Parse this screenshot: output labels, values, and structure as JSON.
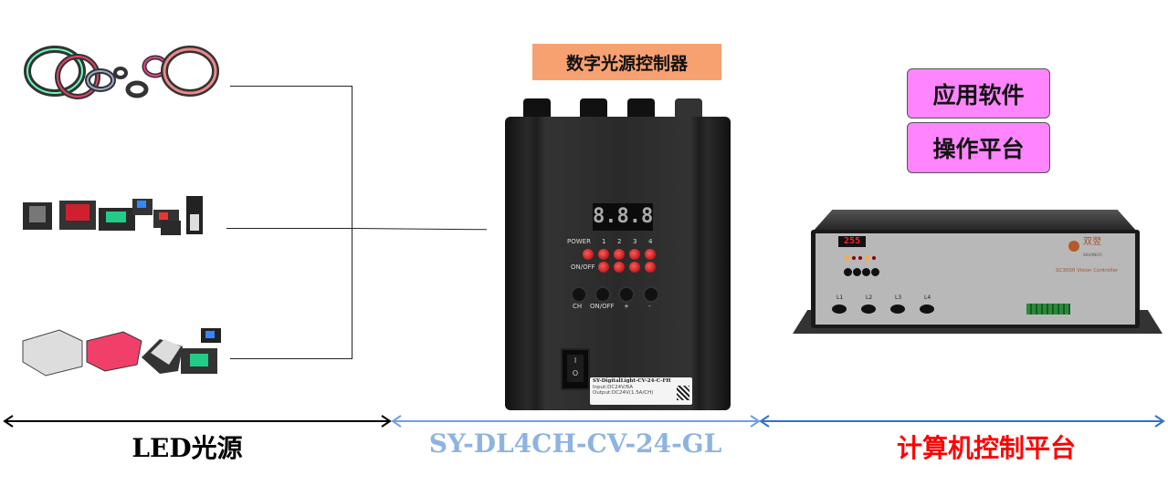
{
  "controller_label": "数字光源控制器",
  "software_boxes": [
    "应用软件",
    "操作平台"
  ],
  "controller_panel": {
    "display": "8.8.8",
    "power_label": "POWER",
    "channel_labels": [
      "1",
      "2",
      "3",
      "4"
    ],
    "onoff_label": "ON/OFF",
    "button_labels": [
      "CH",
      "ON/OFF",
      "+",
      "-"
    ],
    "switch_labels": [
      "I",
      "O"
    ],
    "sticker": {
      "model": "SY-DigitalLight-CV-24-C-FH",
      "input": "Input:DC24V/6A",
      "output": "Output:DC24V(1.5A/CH)"
    }
  },
  "vision_controller": {
    "display": "255",
    "brand": "双翌",
    "brand_sub": "SHUANGYI",
    "model": "SC3000 Vision Controller",
    "ports": [
      "L1",
      "L2",
      "L3",
      "L4"
    ]
  },
  "bottom_labels": {
    "led": "LED光源",
    "model": "SY-DL4CH-CV-24-GL",
    "computer": "计算机控制平台"
  },
  "colors": {
    "orange_box": "#f7a070",
    "pink_box": "#ff85ff",
    "arrow_blue_light": "#6fa0e0",
    "arrow_blue": "#2f72c8",
    "label_blue": "#8db3e2",
    "label_red": "#ff0000"
  }
}
